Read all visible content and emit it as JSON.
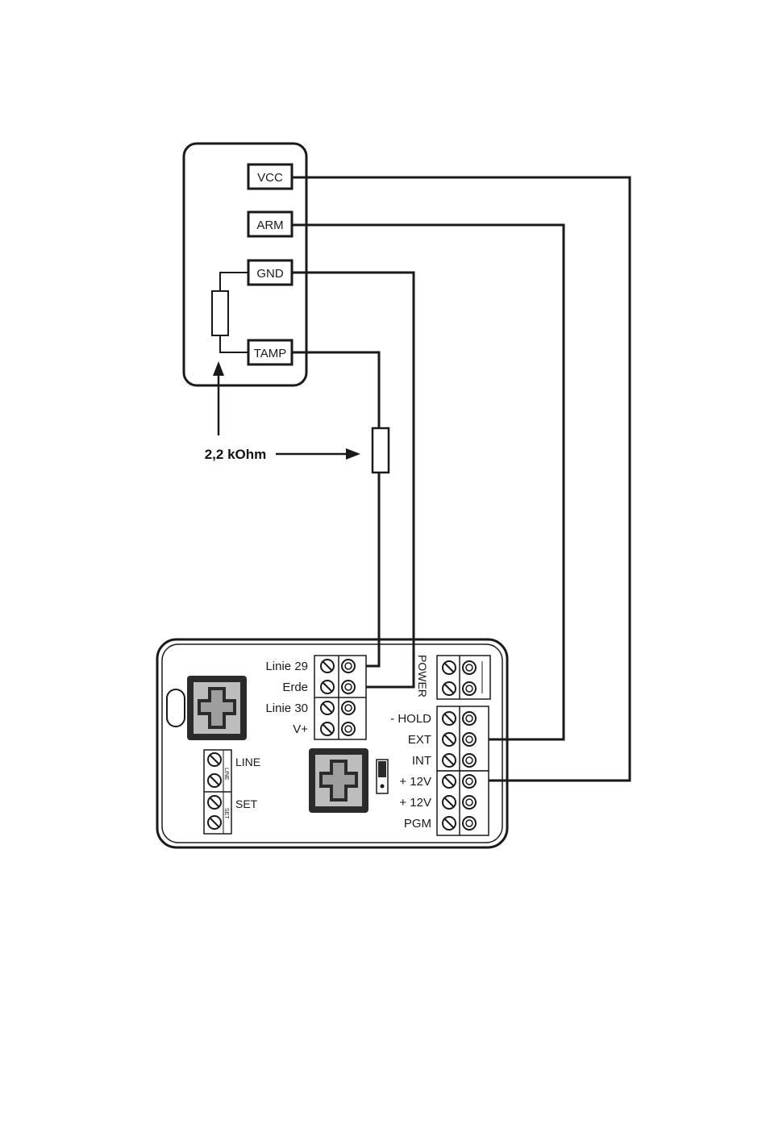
{
  "sensor": {
    "terminals": [
      "VCC",
      "ARM",
      "GND",
      "TAMP"
    ]
  },
  "resistor_label": "2,2 kOhm",
  "module": {
    "left_terminals": [
      "Linie 29",
      "Erde",
      "Linie 30",
      "V+"
    ],
    "power_label": "POWER",
    "right_terminals": [
      "- HOLD",
      "EXT",
      "INT",
      "+ 12V",
      "+ 12V",
      "PGM"
    ],
    "line_label": "LINE",
    "set_label": "SET",
    "line_small": "LINE",
    "set_small": "SET"
  }
}
